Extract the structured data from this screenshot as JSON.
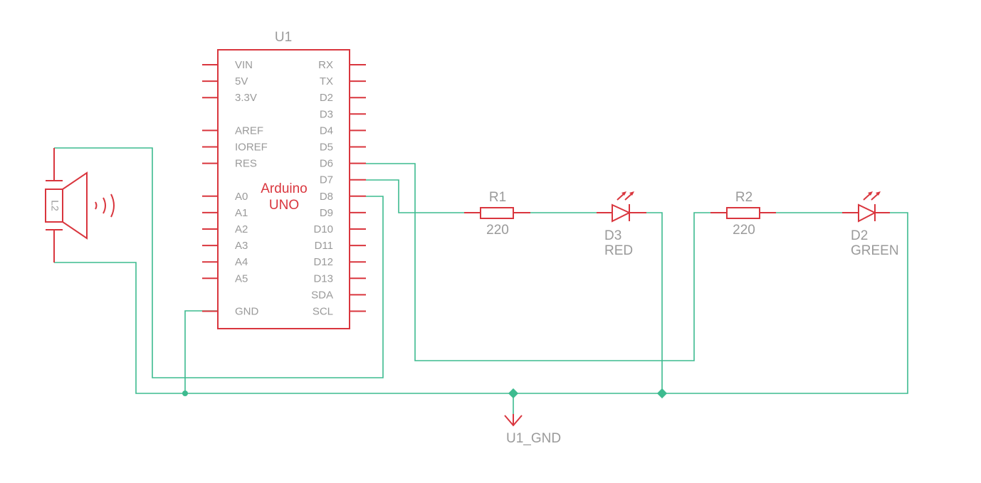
{
  "colors": {
    "symbol": "#d9363e",
    "wire": "#3dbb8f",
    "text": "#9a9a9a"
  },
  "arduino": {
    "ref": "U1",
    "name_line1": "Arduino",
    "name_line2": "UNO",
    "left_pins": [
      "VIN",
      "5V",
      "3.3V",
      "",
      "AREF",
      "IOREF",
      "RES",
      "",
      "A0",
      "A1",
      "A2",
      "A3",
      "A4",
      "A5",
      "",
      "GND"
    ],
    "right_pins": [
      "RX",
      "TX",
      "D2",
      "D3",
      "D4",
      "D5",
      "D6",
      "D7",
      "D8",
      "D9",
      "D10",
      "D11",
      "D12",
      "D13",
      "SDA",
      "SCL"
    ]
  },
  "speaker": {
    "ref": "L2"
  },
  "r1": {
    "ref": "R1",
    "value": "220"
  },
  "r2": {
    "ref": "R2",
    "value": "220"
  },
  "d3": {
    "ref": "D3",
    "value": "RED"
  },
  "d2": {
    "ref": "D2",
    "value": "GREEN"
  },
  "ground": {
    "label": "U1_GND"
  }
}
